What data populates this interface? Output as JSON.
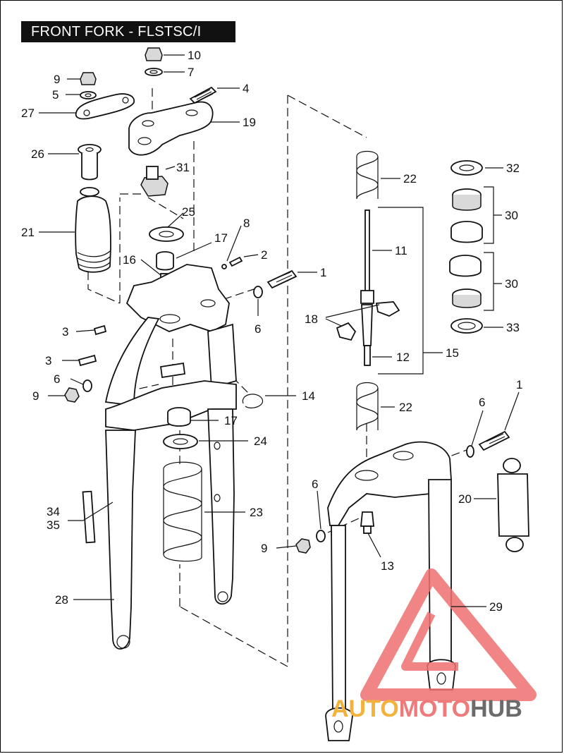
{
  "title": "FRONT FORK - FLSTSC/I",
  "watermark": {
    "prefix": "AUTO",
    "middle": "MOTO",
    "suffix": "HUB",
    "colors": {
      "prefix": "#f3b23b",
      "middle": "#ee7b7b",
      "suffix": "#6b6b6b",
      "logo": "#ef6f6f"
    }
  },
  "callouts": {
    "c10": "10",
    "c7": "7",
    "c9a": "9",
    "c5": "5",
    "c4": "4",
    "c27": "27",
    "c19": "19",
    "c26": "26",
    "c31": "31",
    "c22a": "22",
    "c32": "32",
    "c30a": "30",
    "c25": "25",
    "c21": "21",
    "c8": "8",
    "c17a": "17",
    "c2": "2",
    "c11": "11",
    "c16": "16",
    "c1a": "1",
    "c30b": "30",
    "c18": "18",
    "c6a": "6",
    "c33": "33",
    "c3a": "3",
    "c3b": "3",
    "c15": "15",
    "c12": "12",
    "c6b": "6",
    "c9b": "9",
    "c14": "14",
    "c22b": "22",
    "c1b": "1",
    "c6c": "6",
    "c17b": "17",
    "c24": "24",
    "c20": "20",
    "c6d": "6",
    "c34": "34",
    "c35": "35",
    "c23": "23",
    "c9c": "9",
    "c13": "13",
    "c28": "28",
    "c29": "29"
  }
}
